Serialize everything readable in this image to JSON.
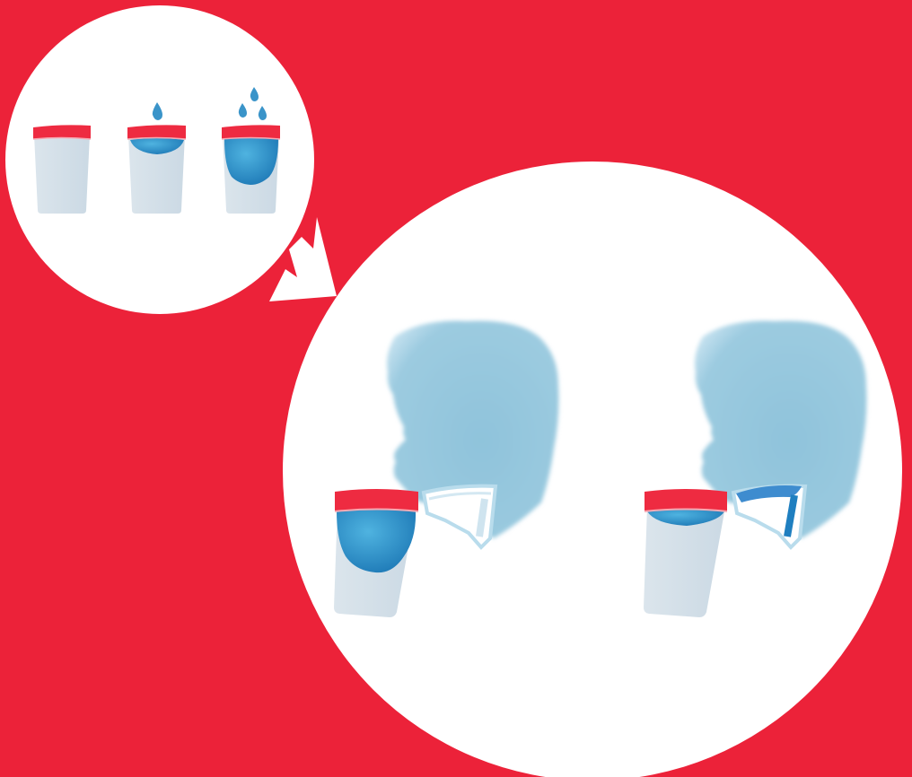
{
  "palette": {
    "background": "#ec2239",
    "bubble": "#ffffff",
    "pad_shell": "#d6e1ea",
    "pad_shell_shade": "#c4d4e0",
    "pad_band": "#ee2b41",
    "pad_band_highlight": "#f6a9b3",
    "fluid_light": "#4fb3e0",
    "fluid_dark": "#1b76b4",
    "drop": "#3a94c9",
    "silhouette": "#96c6dc",
    "silhouette_light": "#b9dcec",
    "tray_outline": "#1f7fc0",
    "tray_fill": "#3e8ccf"
  },
  "icons": {
    "top_bubble": "absorbent-pads-sequence-illustration",
    "arrow": "diagonal-arrow-icon",
    "bottom_bubble": "person-using-pads-illustration"
  },
  "pads": {
    "stage_1": {
      "fill_level": 0.0,
      "drops": 0
    },
    "stage_2": {
      "fill_level": 0.2,
      "drops": 1
    },
    "stage_3": {
      "fill_level": 0.75,
      "drops": 3
    }
  },
  "scenes": {
    "left": {
      "pad_fill_level": 0.85
    },
    "right": {
      "pad_fill_level": 0.2
    }
  }
}
